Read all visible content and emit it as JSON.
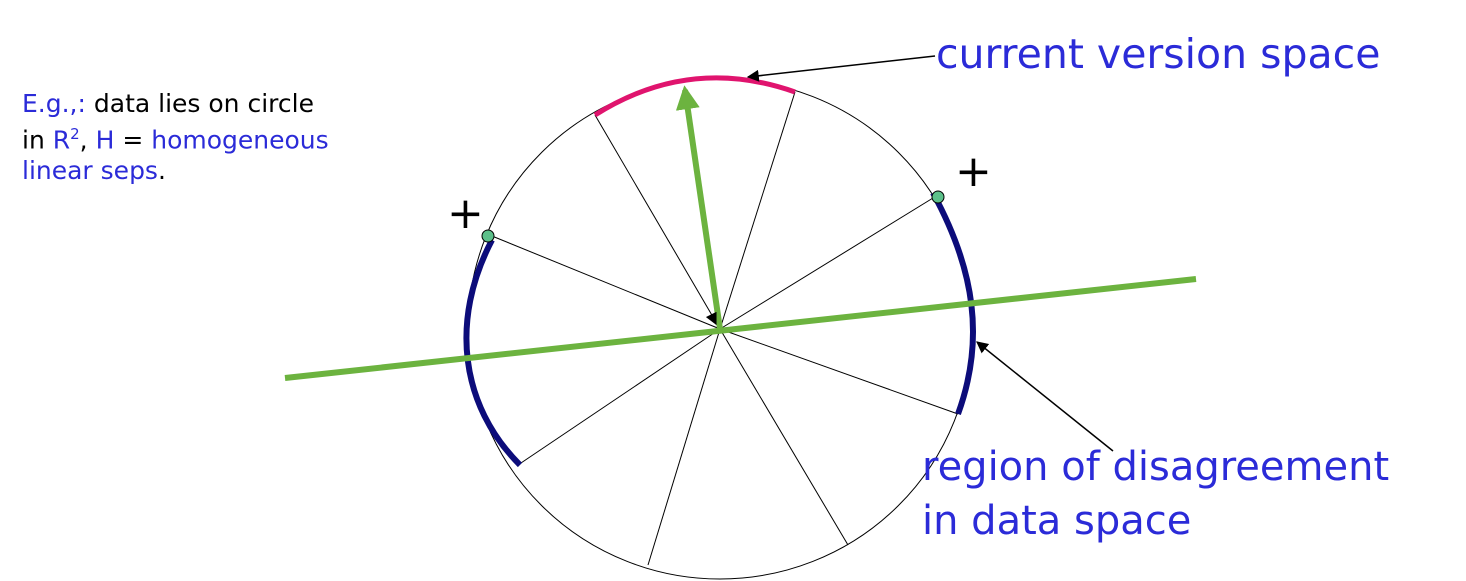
{
  "note": {
    "prefix": "E.g.,:",
    "t1": " data lies on circle in ",
    "r": "R",
    "sup": "2",
    "t2": ", ",
    "h": "H",
    "t3": " = ",
    "t4": "homogeneous linear seps",
    "t5": "."
  },
  "labels": {
    "version_space": "current version space",
    "disagreement_line1": "region of disagreement",
    "disagreement_line2": "in data space",
    "plus_left": "+",
    "plus_right": "+"
  },
  "colors": {
    "version_space": "#e0146e",
    "disagreement": "#0c0c7a",
    "separator": "#6cb33f",
    "point_fill": "#5cc08a",
    "label_text": "#2b2bd8"
  }
}
